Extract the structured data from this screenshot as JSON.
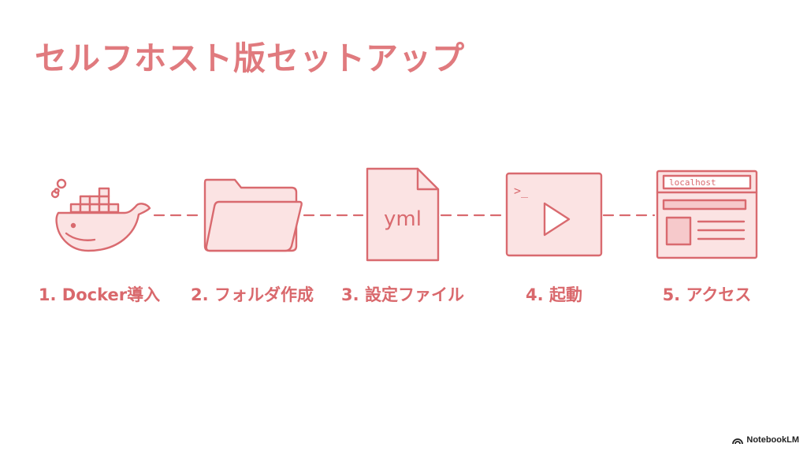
{
  "title": "セルフホスト版セットアップ",
  "steps": [
    {
      "label": "1. Docker導入",
      "icon": "docker-whale-icon"
    },
    {
      "label": "2. フォルダ作成",
      "icon": "folder-icon"
    },
    {
      "label": "3. 設定ファイル",
      "icon": "yml-file-icon",
      "icon_text": "yml"
    },
    {
      "label": "4. 起動",
      "icon": "terminal-play-icon",
      "icon_text": ">_"
    },
    {
      "label": "5. アクセス",
      "icon": "browser-window-icon",
      "icon_text": "localhost"
    }
  ],
  "colors": {
    "accent": "#e07a7e",
    "label": "#d9686c",
    "fill": "#fbe3e3",
    "stroke": "#d96a6f"
  },
  "brand": "NotebookLM"
}
